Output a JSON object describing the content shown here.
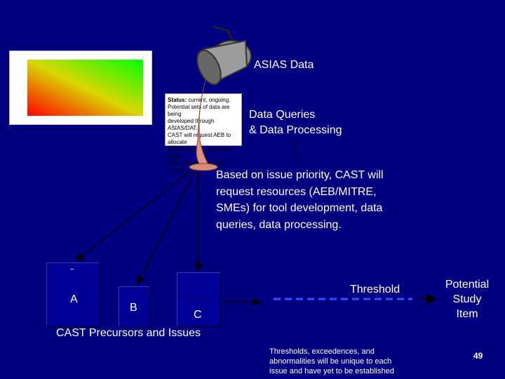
{
  "labels": {
    "asias_data": "ASIAS Data",
    "data_queries_line1": "Data Queries",
    "data_queries_line2": "& Data Processing",
    "based_on_lines": [
      "Based on issue priority, CAST will",
      "request resources (AEB/MITRE,",
      "SMEs) for tool development, data",
      "queries, data processing."
    ],
    "box_a": "A",
    "box_b": "B",
    "box_c": "C",
    "threshold": "Threshold",
    "potential_study_item_lines": [
      "Potential",
      "Study",
      "Item"
    ],
    "cast_precursors": "CAST Precursors and Issues",
    "threshold_note_lines": [
      "Thresholds, exceedences, and",
      "abnormalities will be unique to each",
      "issue and have yet to be established"
    ],
    "page_number": "49"
  },
  "status_note": {
    "heading": "Status:",
    "lines": [
      "current, ongoing.",
      "Potential sets of data are being",
      "developed through ASIAS/DAT.",
      "CAST will request AEB to allocate",
      "MITRE resources to build query",
      "tools and provide query results"
    ]
  },
  "colors": {
    "background": "#000080",
    "box_fill": "#000099",
    "threshold_line": "#3355ff",
    "text": "#ffffff"
  },
  "icons": [
    "pouring-bucket-icon",
    "heat-chart-thumbnail"
  ]
}
